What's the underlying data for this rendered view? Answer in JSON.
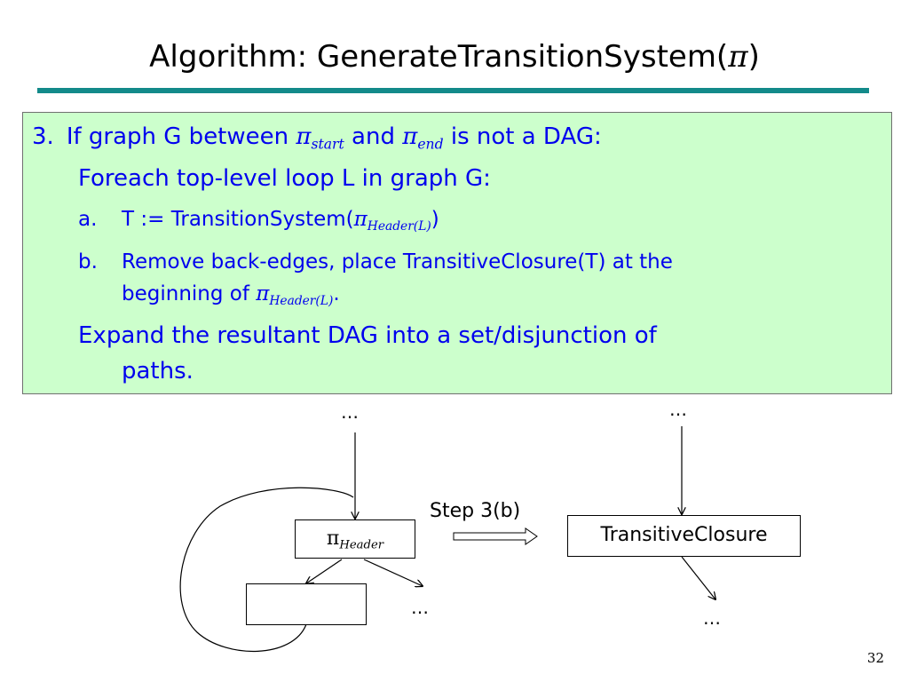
{
  "slide": {
    "title": "Algorithm: GenerateTransitionSystem(",
    "title_pi": "π",
    "title_close": ")",
    "page_number": "32"
  },
  "content": {
    "line1": {
      "num": "3.",
      "pre": "If graph G between ",
      "pi": "π",
      "sub1": "start",
      "mid": " and ",
      "sub2": "end",
      "post": " is not a DAG:"
    },
    "line2": "Foreach top-level loop L in graph G:",
    "item_a": {
      "marker": "a.",
      "pre": "T := TransitionSystem(",
      "pi": "π",
      "sub": "Header(L)",
      "post": ")"
    },
    "item_b": {
      "marker": "b.",
      "text1": "Remove back-edges, place TransitiveClosure(T) at the",
      "text2_pre": "beginning of ",
      "pi": "π",
      "sub": "Header(L)",
      "text2_post": "."
    },
    "line_expand1": "Expand the resultant DAG into a set/disjunction of",
    "line_expand2": "paths."
  },
  "diagram": {
    "ellipsis": "…",
    "header_pi": "π",
    "header_sub": "Header",
    "step_label": "Step 3(b)",
    "closure_label": "TransitiveClosure"
  }
}
